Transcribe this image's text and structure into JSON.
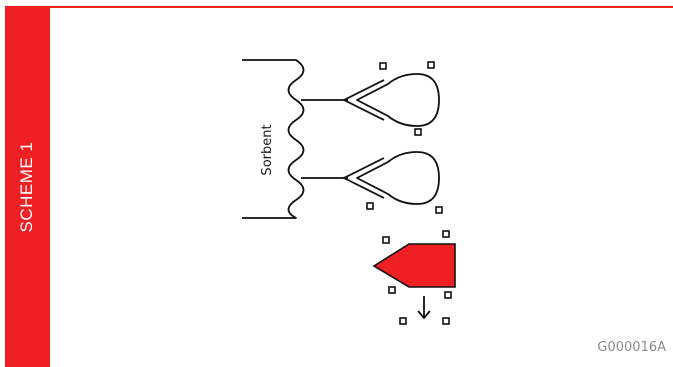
{
  "scheme_label": "SCHEME 1",
  "sorbent_label": "Sorbent",
  "figure_code": "G000016A",
  "colors": {
    "accent": "#ee2024",
    "line": "#111111",
    "code_text": "#8a8a8a"
  }
}
